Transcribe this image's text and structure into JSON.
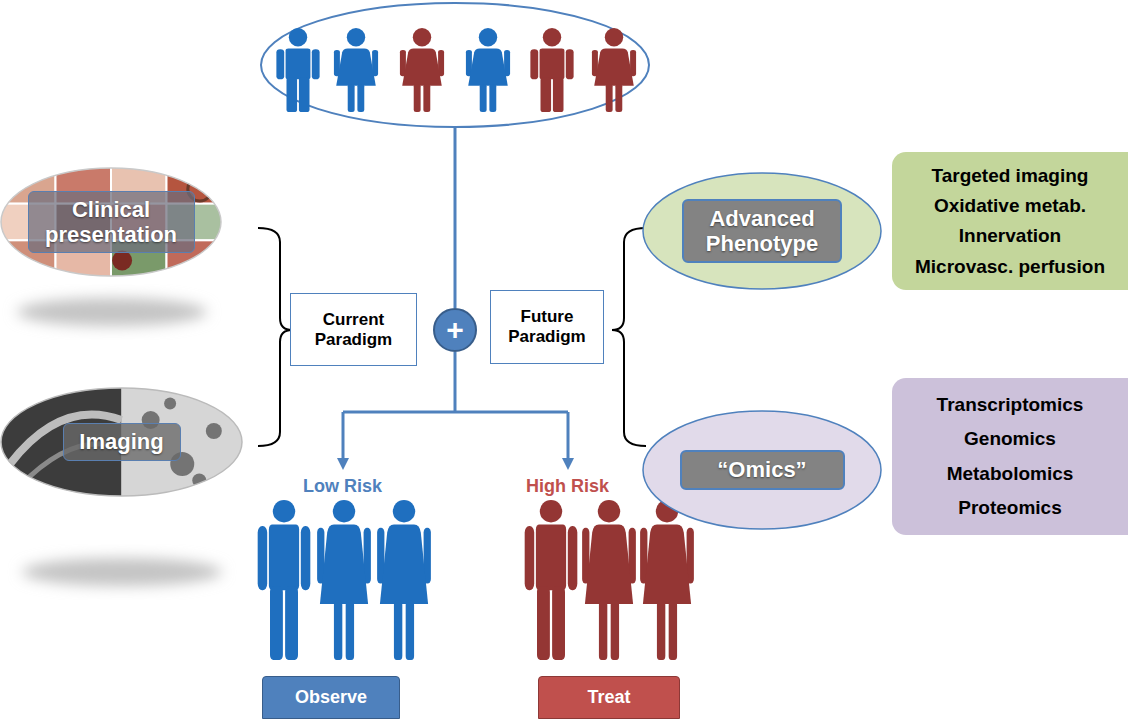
{
  "diagram": {
    "nodes": [
      {
        "text": [
          "Clinical presentation"
        ]
      },
      {
        "text": [
          "Imaging"
        ]
      },
      {
        "text": [
          "Current Paradigm"
        ]
      },
      {
        "text": [
          "+"
        ]
      },
      {
        "text": [
          "Future Paradigm"
        ]
      },
      {
        "text": [
          "Advanced Phenotype"
        ]
      },
      {
        "text": [
          "Targeted imaging",
          "Oxidative metab.",
          "Innervation",
          "Microvasc. perfusion"
        ]
      },
      {
        "text": [
          "“Omics”"
        ]
      },
      {
        "text": [
          "Transcriptomics",
          "Genomics",
          "Metabolomics",
          "Proteomics"
        ]
      },
      {
        "text": [
          "Observe"
        ]
      },
      {
        "text": [
          "Treat"
        ]
      }
    ],
    "labels": [
      "Low Risk",
      "High Risk"
    ]
  }
}
